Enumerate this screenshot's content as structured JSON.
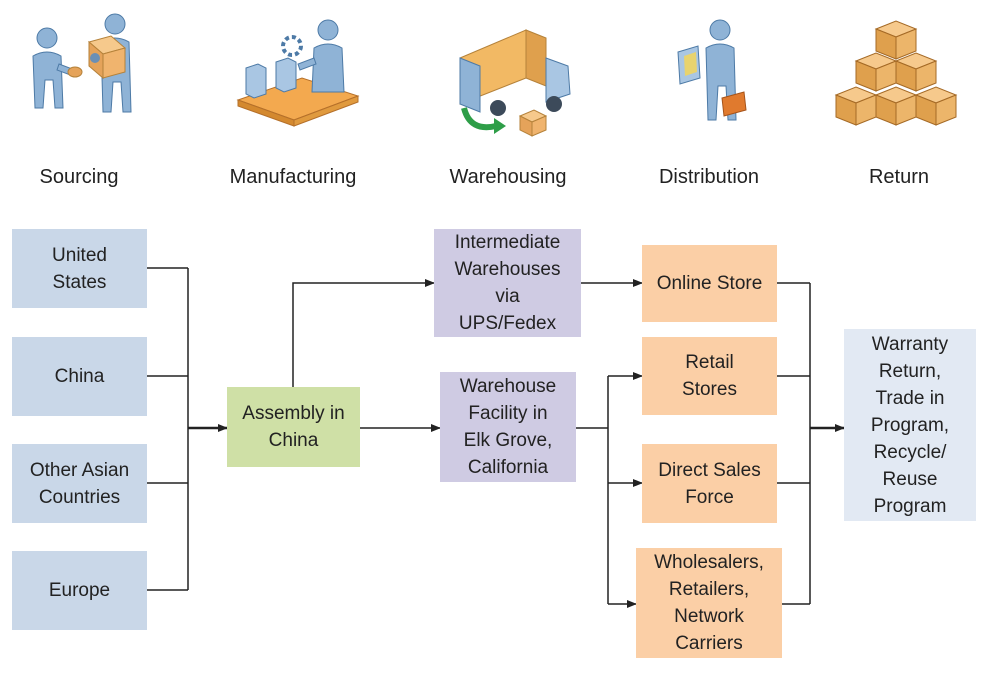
{
  "stages": [
    {
      "label": "Sourcing",
      "icon": "handshake-people-icon"
    },
    {
      "label": "Manufacturing",
      "icon": "assembly-line-icon"
    },
    {
      "label": "Warehousing",
      "icon": "delivery-truck-icon"
    },
    {
      "label": "Distribution",
      "icon": "business-person-icon"
    },
    {
      "label": "Return",
      "icon": "stacked-boxes-icon"
    }
  ],
  "sources": [
    "United\nStates",
    "China",
    "Other Asian\nCountries",
    "Europe"
  ],
  "assembly": "Assembly in\nChina",
  "warehouses": [
    "Intermediate\nWarehouses\nvia\nUPS/Fedex",
    "Warehouse\nFacility in\nElk Grove,\nCalifornia"
  ],
  "channels": [
    "Online Store",
    "Retail\nStores",
    "Direct Sales\nForce",
    "Wholesalers,\nRetailers,\nNetwork\nCarriers"
  ],
  "returns": "Warranty\nReturn,\nTrade in\nProgram,\nRecycle/\nReuse\nProgram",
  "colors": {
    "source_fill": "#c9d7e8",
    "assembly_fill": "#cfe0a6",
    "warehouse_fill": "#cfcbe3",
    "channel_fill": "#fbcfa6",
    "return_fill": "#e2e9f3",
    "connector": "#222222"
  }
}
